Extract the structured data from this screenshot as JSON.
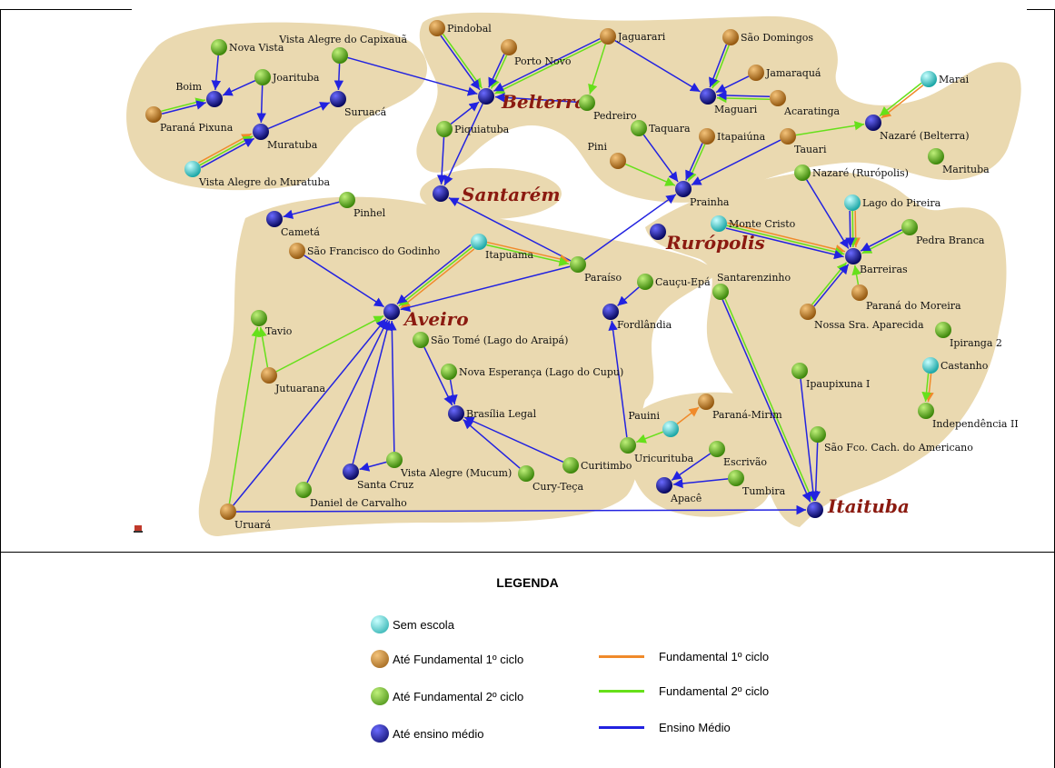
{
  "colors": {
    "sem_escola": "#2fc4c4",
    "fund1": "#c07a1e",
    "fund2": "#5aaa14",
    "medio": "#16169a",
    "edge_fund1": "#f08a2a",
    "edge_fund2": "#66e01a",
    "edge_medio": "#2222e0",
    "land": "#ead9b0",
    "hub_text": "#8b1a10"
  },
  "hubs": [
    "Belterra",
    "Santarém",
    "Rurópolis",
    "Aveiro",
    "Itaituba"
  ],
  "nodes": [
    {
      "id": "pindobal",
      "label": "Pindobal",
      "level": "fund1"
    },
    {
      "id": "porto_novo",
      "label": "Porto Novo",
      "level": "fund1"
    },
    {
      "id": "jaguarari",
      "label": "Jaguarari",
      "level": "fund1"
    },
    {
      "id": "sao_domingos",
      "label": "São Domingos",
      "level": "fund1"
    },
    {
      "id": "nova_vista",
      "label": "Nova Vista",
      "level": "fund2"
    },
    {
      "id": "vista_alegre_capixaua",
      "label": "Vista Alegre do Capixauã",
      "level": "fund2"
    },
    {
      "id": "boim",
      "label": "Boim",
      "level": "medio"
    },
    {
      "id": "joarituba",
      "label": "Joarituba",
      "level": "fund2"
    },
    {
      "id": "suruaca",
      "label": "Suruacá",
      "level": "medio"
    },
    {
      "id": "parana_pixuna",
      "label": "Paraná Pixuna",
      "level": "fund1"
    },
    {
      "id": "muratuba",
      "label": "Muratuba",
      "level": "medio"
    },
    {
      "id": "vista_alegre_muratuba",
      "label": "Vista Alegre do Muratuba",
      "level": "sem"
    },
    {
      "id": "belterra",
      "label": "Belterra",
      "level": "medio"
    },
    {
      "id": "pedreiro",
      "label": "Pedreiro",
      "level": "fund2"
    },
    {
      "id": "piquiatuba",
      "label": "Piquiatuba",
      "level": "fund2"
    },
    {
      "id": "maguari",
      "label": "Maguari",
      "level": "medio"
    },
    {
      "id": "jamaraqua",
      "label": "Jamaraquá",
      "level": "fund1"
    },
    {
      "id": "acaratinga",
      "label": "Acaratinga",
      "level": "fund1"
    },
    {
      "id": "marai",
      "label": "Marai",
      "level": "sem"
    },
    {
      "id": "nazare_belterra",
      "label": "Nazaré (Belterra)",
      "level": "medio"
    },
    {
      "id": "marituba",
      "label": "Marituba",
      "level": "fund2"
    },
    {
      "id": "taquara",
      "label": "Taquara",
      "level": "fund2"
    },
    {
      "id": "itapaiuna",
      "label": "Itapaiúna",
      "level": "fund1"
    },
    {
      "id": "tauari",
      "label": "Tauari",
      "level": "fund1"
    },
    {
      "id": "pini",
      "label": "Pini",
      "level": "fund1"
    },
    {
      "id": "prainha",
      "label": "Prainha",
      "level": "medio"
    },
    {
      "id": "santarem",
      "label": "Santarém",
      "level": "medio"
    },
    {
      "id": "nazare_ruropolis",
      "label": "Nazaré (Rurópolis)",
      "level": "fund2"
    },
    {
      "id": "lago_pireira",
      "label": "Lago do Pireira",
      "level": "sem"
    },
    {
      "id": "monte_cristo",
      "label": "Monte Cristo",
      "level": "sem"
    },
    {
      "id": "ruropolis",
      "label": "Rurópolis",
      "level": "medio"
    },
    {
      "id": "pedra_branca",
      "label": "Pedra Branca",
      "level": "fund2"
    },
    {
      "id": "barreiras",
      "label": "Barreiras",
      "level": "medio"
    },
    {
      "id": "parana_moreira",
      "label": "Paraná do Moreira",
      "level": "fund1"
    },
    {
      "id": "nossa_sra",
      "label": "Nossa Sra. Aparecida",
      "level": "fund1"
    },
    {
      "id": "ipiranga2",
      "label": "Ipiranga 2",
      "level": "fund2"
    },
    {
      "id": "castanho",
      "label": "Castanho",
      "level": "sem"
    },
    {
      "id": "independencia2",
      "label": "Independência II",
      "level": "fund2"
    },
    {
      "id": "pinhel",
      "label": "Pinhel",
      "level": "fund2"
    },
    {
      "id": "cameta",
      "label": "Cametá",
      "level": "medio"
    },
    {
      "id": "sao_francisco",
      "label": "São Francisco do Godinho",
      "level": "fund1"
    },
    {
      "id": "itapuama",
      "label": "Itapuama",
      "level": "sem"
    },
    {
      "id": "paraiso",
      "label": "Paraíso",
      "level": "fund2"
    },
    {
      "id": "caucu_epa",
      "label": "Cauçu-Epá",
      "level": "fund2"
    },
    {
      "id": "fordlandia",
      "label": "Fordlândia",
      "level": "medio"
    },
    {
      "id": "santarenzinho",
      "label": "Santarenzinho",
      "level": "fund2"
    },
    {
      "id": "aveiro",
      "label": "Aveiro",
      "level": "medio"
    },
    {
      "id": "tavio",
      "label": "Tavio",
      "level": "fund2"
    },
    {
      "id": "jutuarana",
      "label": "Jutuarana",
      "level": "fund1"
    },
    {
      "id": "sao_tome",
      "label": "São Tomé (Lago do Araipá)",
      "level": "fund2"
    },
    {
      "id": "nova_esperanca",
      "label": "Nova Esperança (Lago do Cupu)",
      "level": "fund2"
    },
    {
      "id": "brasilia_legal",
      "label": "Brasília Legal",
      "level": "medio"
    },
    {
      "id": "ipaupixuna",
      "label": "Ipaupixuna I",
      "level": "fund2"
    },
    {
      "id": "pauini",
      "label": "Pauini",
      "level": "sem"
    },
    {
      "id": "parana_mirim",
      "label": "Paraná-Mirim",
      "level": "fund1"
    },
    {
      "id": "sao_fco_cach",
      "label": "São Fco. Cach. do Americano",
      "level": "fund2"
    },
    {
      "id": "uricurituba",
      "label": "Uricurituba",
      "level": "fund2"
    },
    {
      "id": "escrivao",
      "label": "Escrivão",
      "level": "fund2"
    },
    {
      "id": "tumbira",
      "label": "Tumbira",
      "level": "fund2"
    },
    {
      "id": "apace",
      "label": "Apacê",
      "level": "medio"
    },
    {
      "id": "itaituba",
      "label": "Itaituba",
      "level": "medio"
    },
    {
      "id": "vista_alegre_mucum",
      "label": "Vista Alegre (Mucum)",
      "level": "fund2"
    },
    {
      "id": "curitimbo",
      "label": "Curitimbo",
      "level": "fund2"
    },
    {
      "id": "cury_teca",
      "label": "Cury-Teça",
      "level": "fund2"
    },
    {
      "id": "santa_cruz",
      "label": "Santa Cruz",
      "level": "medio"
    },
    {
      "id": "daniel_carvalho",
      "label": "Daniel de Carvalho",
      "level": "fund2"
    },
    {
      "id": "uruara",
      "label": "Uruará",
      "level": "fund1"
    }
  ],
  "edges": [
    {
      "from": "nova_vista",
      "to": "boim",
      "type": "medio"
    },
    {
      "from": "joarituba",
      "to": "boim",
      "type": "medio"
    },
    {
      "from": "parana_pixuna",
      "to": "boim",
      "type": "fund2"
    },
    {
      "from": "parana_pixuna",
      "to": "boim",
      "type": "medio"
    },
    {
      "from": "joarituba",
      "to": "muratuba",
      "type": "medio"
    },
    {
      "from": "muratuba",
      "to": "suruaca",
      "type": "medio"
    },
    {
      "from": "vista_alegre_capixaua",
      "to": "suruaca",
      "type": "medio"
    },
    {
      "from": "vista_alegre_capixaua",
      "to": "belterra",
      "type": "medio"
    },
    {
      "from": "vista_alegre_muratuba",
      "to": "muratuba",
      "type": "fund1"
    },
    {
      "from": "vista_alegre_muratuba",
      "to": "muratuba",
      "type": "fund2"
    },
    {
      "from": "vista_alegre_muratuba",
      "to": "muratuba",
      "type": "medio"
    },
    {
      "from": "pindobal",
      "to": "belterra",
      "type": "fund2"
    },
    {
      "from": "pindobal",
      "to": "belterra",
      "type": "medio"
    },
    {
      "from": "porto_novo",
      "to": "belterra",
      "type": "fund2"
    },
    {
      "from": "porto_novo",
      "to": "belterra",
      "type": "medio"
    },
    {
      "from": "jaguarari",
      "to": "belterra",
      "type": "fund2"
    },
    {
      "from": "jaguarari",
      "to": "belterra",
      "type": "medio"
    },
    {
      "from": "jaguarari",
      "to": "pedreiro",
      "type": "fund2"
    },
    {
      "from": "jaguarari",
      "to": "maguari",
      "type": "medio"
    },
    {
      "from": "pedreiro",
      "to": "belterra",
      "type": "medio"
    },
    {
      "from": "piquiatuba",
      "to": "belterra",
      "type": "medio"
    },
    {
      "from": "piquiatuba",
      "to": "santarem",
      "type": "medio"
    },
    {
      "from": "belterra",
      "to": "santarem",
      "type": "medio"
    },
    {
      "from": "sao_domingos",
      "to": "maguari",
      "type": "fund2"
    },
    {
      "from": "sao_domingos",
      "to": "maguari",
      "type": "medio"
    },
    {
      "from": "jamaraqua",
      "to": "maguari",
      "type": "medio"
    },
    {
      "from": "acaratinga",
      "to": "maguari",
      "type": "fund2"
    },
    {
      "from": "acaratinga",
      "to": "maguari",
      "type": "medio"
    },
    {
      "from": "marai",
      "to": "nazare_belterra",
      "type": "fund1"
    },
    {
      "from": "marai",
      "to": "nazare_belterra",
      "type": "fund2"
    },
    {
      "from": "tauari",
      "to": "nazare_belterra",
      "type": "fund2"
    },
    {
      "from": "tauari",
      "to": "prainha",
      "type": "medio"
    },
    {
      "from": "taquara",
      "to": "prainha",
      "type": "medio"
    },
    {
      "from": "itapaiuna",
      "to": "prainha",
      "type": "fund2"
    },
    {
      "from": "itapaiuna",
      "to": "prainha",
      "type": "medio"
    },
    {
      "from": "pini",
      "to": "prainha",
      "type": "fund2"
    },
    {
      "from": "paraiso",
      "to": "prainha",
      "type": "medio"
    },
    {
      "from": "paraiso",
      "to": "santarem",
      "type": "medio"
    },
    {
      "from": "paraiso",
      "to": "aveiro",
      "type": "medio"
    },
    {
      "from": "itapuama",
      "to": "paraiso",
      "type": "fund1"
    },
    {
      "from": "itapuama",
      "to": "paraiso",
      "type": "fund2"
    },
    {
      "from": "itapuama",
      "to": "aveiro",
      "type": "fund1"
    },
    {
      "from": "itapuama",
      "to": "aveiro",
      "type": "fund2"
    },
    {
      "from": "itapuama",
      "to": "aveiro",
      "type": "medio"
    },
    {
      "from": "pinhel",
      "to": "cameta",
      "type": "medio"
    },
    {
      "from": "sao_francisco",
      "to": "aveiro",
      "type": "medio"
    },
    {
      "from": "jutuarana",
      "to": "tavio",
      "type": "fund2"
    },
    {
      "from": "jutuarana",
      "to": "aveiro",
      "type": "fund2"
    },
    {
      "from": "uruara",
      "to": "tavio",
      "type": "fund2"
    },
    {
      "from": "uruara",
      "to": "aveiro",
      "type": "medio"
    },
    {
      "from": "uruara",
      "to": "itaituba",
      "type": "medio"
    },
    {
      "from": "daniel_carvalho",
      "to": "aveiro",
      "type": "medio"
    },
    {
      "from": "santa_cruz",
      "to": "aveiro",
      "type": "medio"
    },
    {
      "from": "vista_alegre_mucum",
      "to": "santa_cruz",
      "type": "medio"
    },
    {
      "from": "vista_alegre_mucum",
      "to": "aveiro",
      "type": "medio"
    },
    {
      "from": "cury_teca",
      "to": "brasilia_legal",
      "type": "medio"
    },
    {
      "from": "curitimbo",
      "to": "brasilia_legal",
      "type": "medio"
    },
    {
      "from": "sao_tome",
      "to": "brasilia_legal",
      "type": "medio"
    },
    {
      "from": "nova_esperanca",
      "to": "brasilia_legal",
      "type": "medio"
    },
    {
      "from": "caucu_epa",
      "to": "fordlandia",
      "type": "medio"
    },
    {
      "from": "uricurituba",
      "to": "fordlandia",
      "type": "medio"
    },
    {
      "from": "pauini",
      "to": "uricurituba",
      "type": "fund2"
    },
    {
      "from": "pauini",
      "to": "parana_mirim",
      "type": "fund1"
    },
    {
      "from": "escrivao",
      "to": "apace",
      "type": "medio"
    },
    {
      "from": "tumbira",
      "to": "apace",
      "type": "medio"
    },
    {
      "from": "santarenzinho",
      "to": "itaituba",
      "type": "fund2"
    },
    {
      "from": "santarenzinho",
      "to": "itaituba",
      "type": "medio"
    },
    {
      "from": "ipaupixuna",
      "to": "itaituba",
      "type": "medio"
    },
    {
      "from": "sao_fco_cach",
      "to": "itaituba",
      "type": "medio"
    },
    {
      "from": "nazare_ruropolis",
      "to": "barreiras",
      "type": "medio"
    },
    {
      "from": "lago_pireira",
      "to": "barreiras",
      "type": "fund1"
    },
    {
      "from": "lago_pireira",
      "to": "barreiras",
      "type": "fund2"
    },
    {
      "from": "lago_pireira",
      "to": "barreiras",
      "type": "medio"
    },
    {
      "from": "monte_cristo",
      "to": "barreiras",
      "type": "fund1"
    },
    {
      "from": "monte_cristo",
      "to": "barreiras",
      "type": "fund2"
    },
    {
      "from": "monte_cristo",
      "to": "barreiras",
      "type": "medio"
    },
    {
      "from": "pedra_branca",
      "to": "barreiras",
      "type": "fund2"
    },
    {
      "from": "pedra_branca",
      "to": "barreiras",
      "type": "medio"
    },
    {
      "from": "parana_moreira",
      "to": "barreiras",
      "type": "fund2"
    },
    {
      "from": "nossa_sra",
      "to": "barreiras",
      "type": "fund2"
    },
    {
      "from": "nossa_sra",
      "to": "barreiras",
      "type": "medio"
    },
    {
      "from": "castanho",
      "to": "independencia2",
      "type": "fund1"
    },
    {
      "from": "castanho",
      "to": "independencia2",
      "type": "fund2"
    }
  ],
  "legend": {
    "title": "LEGENDA",
    "node_items": [
      {
        "key": "sem_escola",
        "label": "Sem escola"
      },
      {
        "key": "fund1",
        "label": "Até Fundamental  1º ciclo"
      },
      {
        "key": "fund2",
        "label": "Até Fundamental  2º ciclo"
      },
      {
        "key": "medio",
        "label": "Até ensino médio"
      }
    ],
    "edge_items": [
      {
        "key": "edge_fund1",
        "label": "Fundamental 1º ciclo"
      },
      {
        "key": "edge_fund2",
        "label": "Fundamental 2º ciclo"
      },
      {
        "key": "edge_medio",
        "label": "Ensino Médio"
      }
    ]
  }
}
